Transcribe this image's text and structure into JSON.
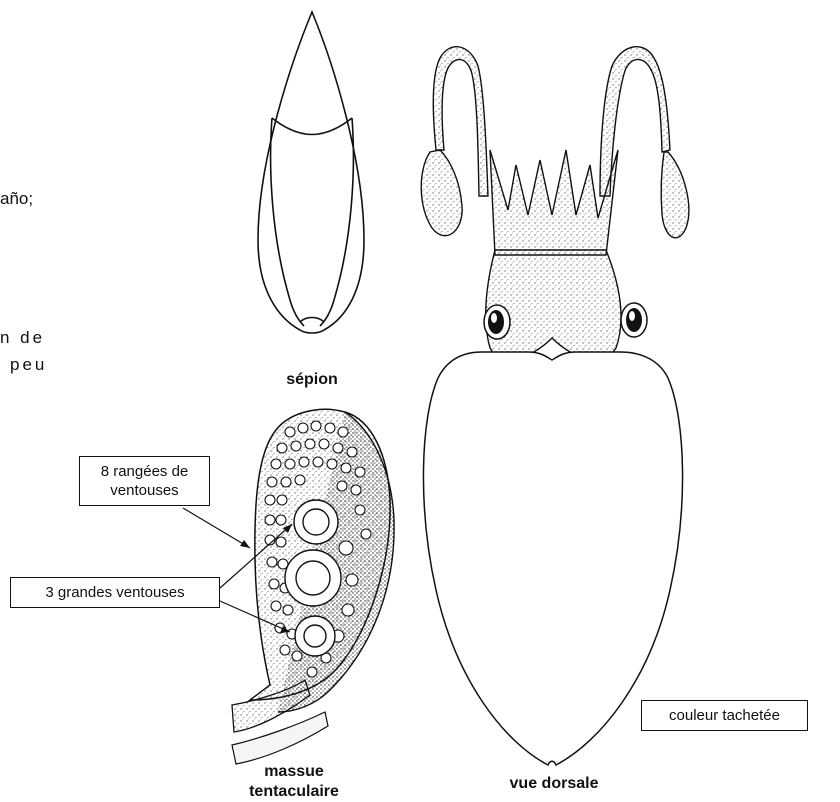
{
  "page_fragments": {
    "fragment_1": "año;",
    "fragment_2": "n de",
    "fragment_3": "peu"
  },
  "captions": {
    "sepion": "sépion",
    "dorsal_view": "vue dorsale",
    "tentacular_club_line1": "massue",
    "tentacular_club_line2": "tentaculaire"
  },
  "labels": {
    "eight_rows_line1": "8 rangées de",
    "eight_rows_line2": "ventouses",
    "three_large_suckers": "3 grandes ventouses",
    "spotted_color": "couleur tachetée"
  }
}
